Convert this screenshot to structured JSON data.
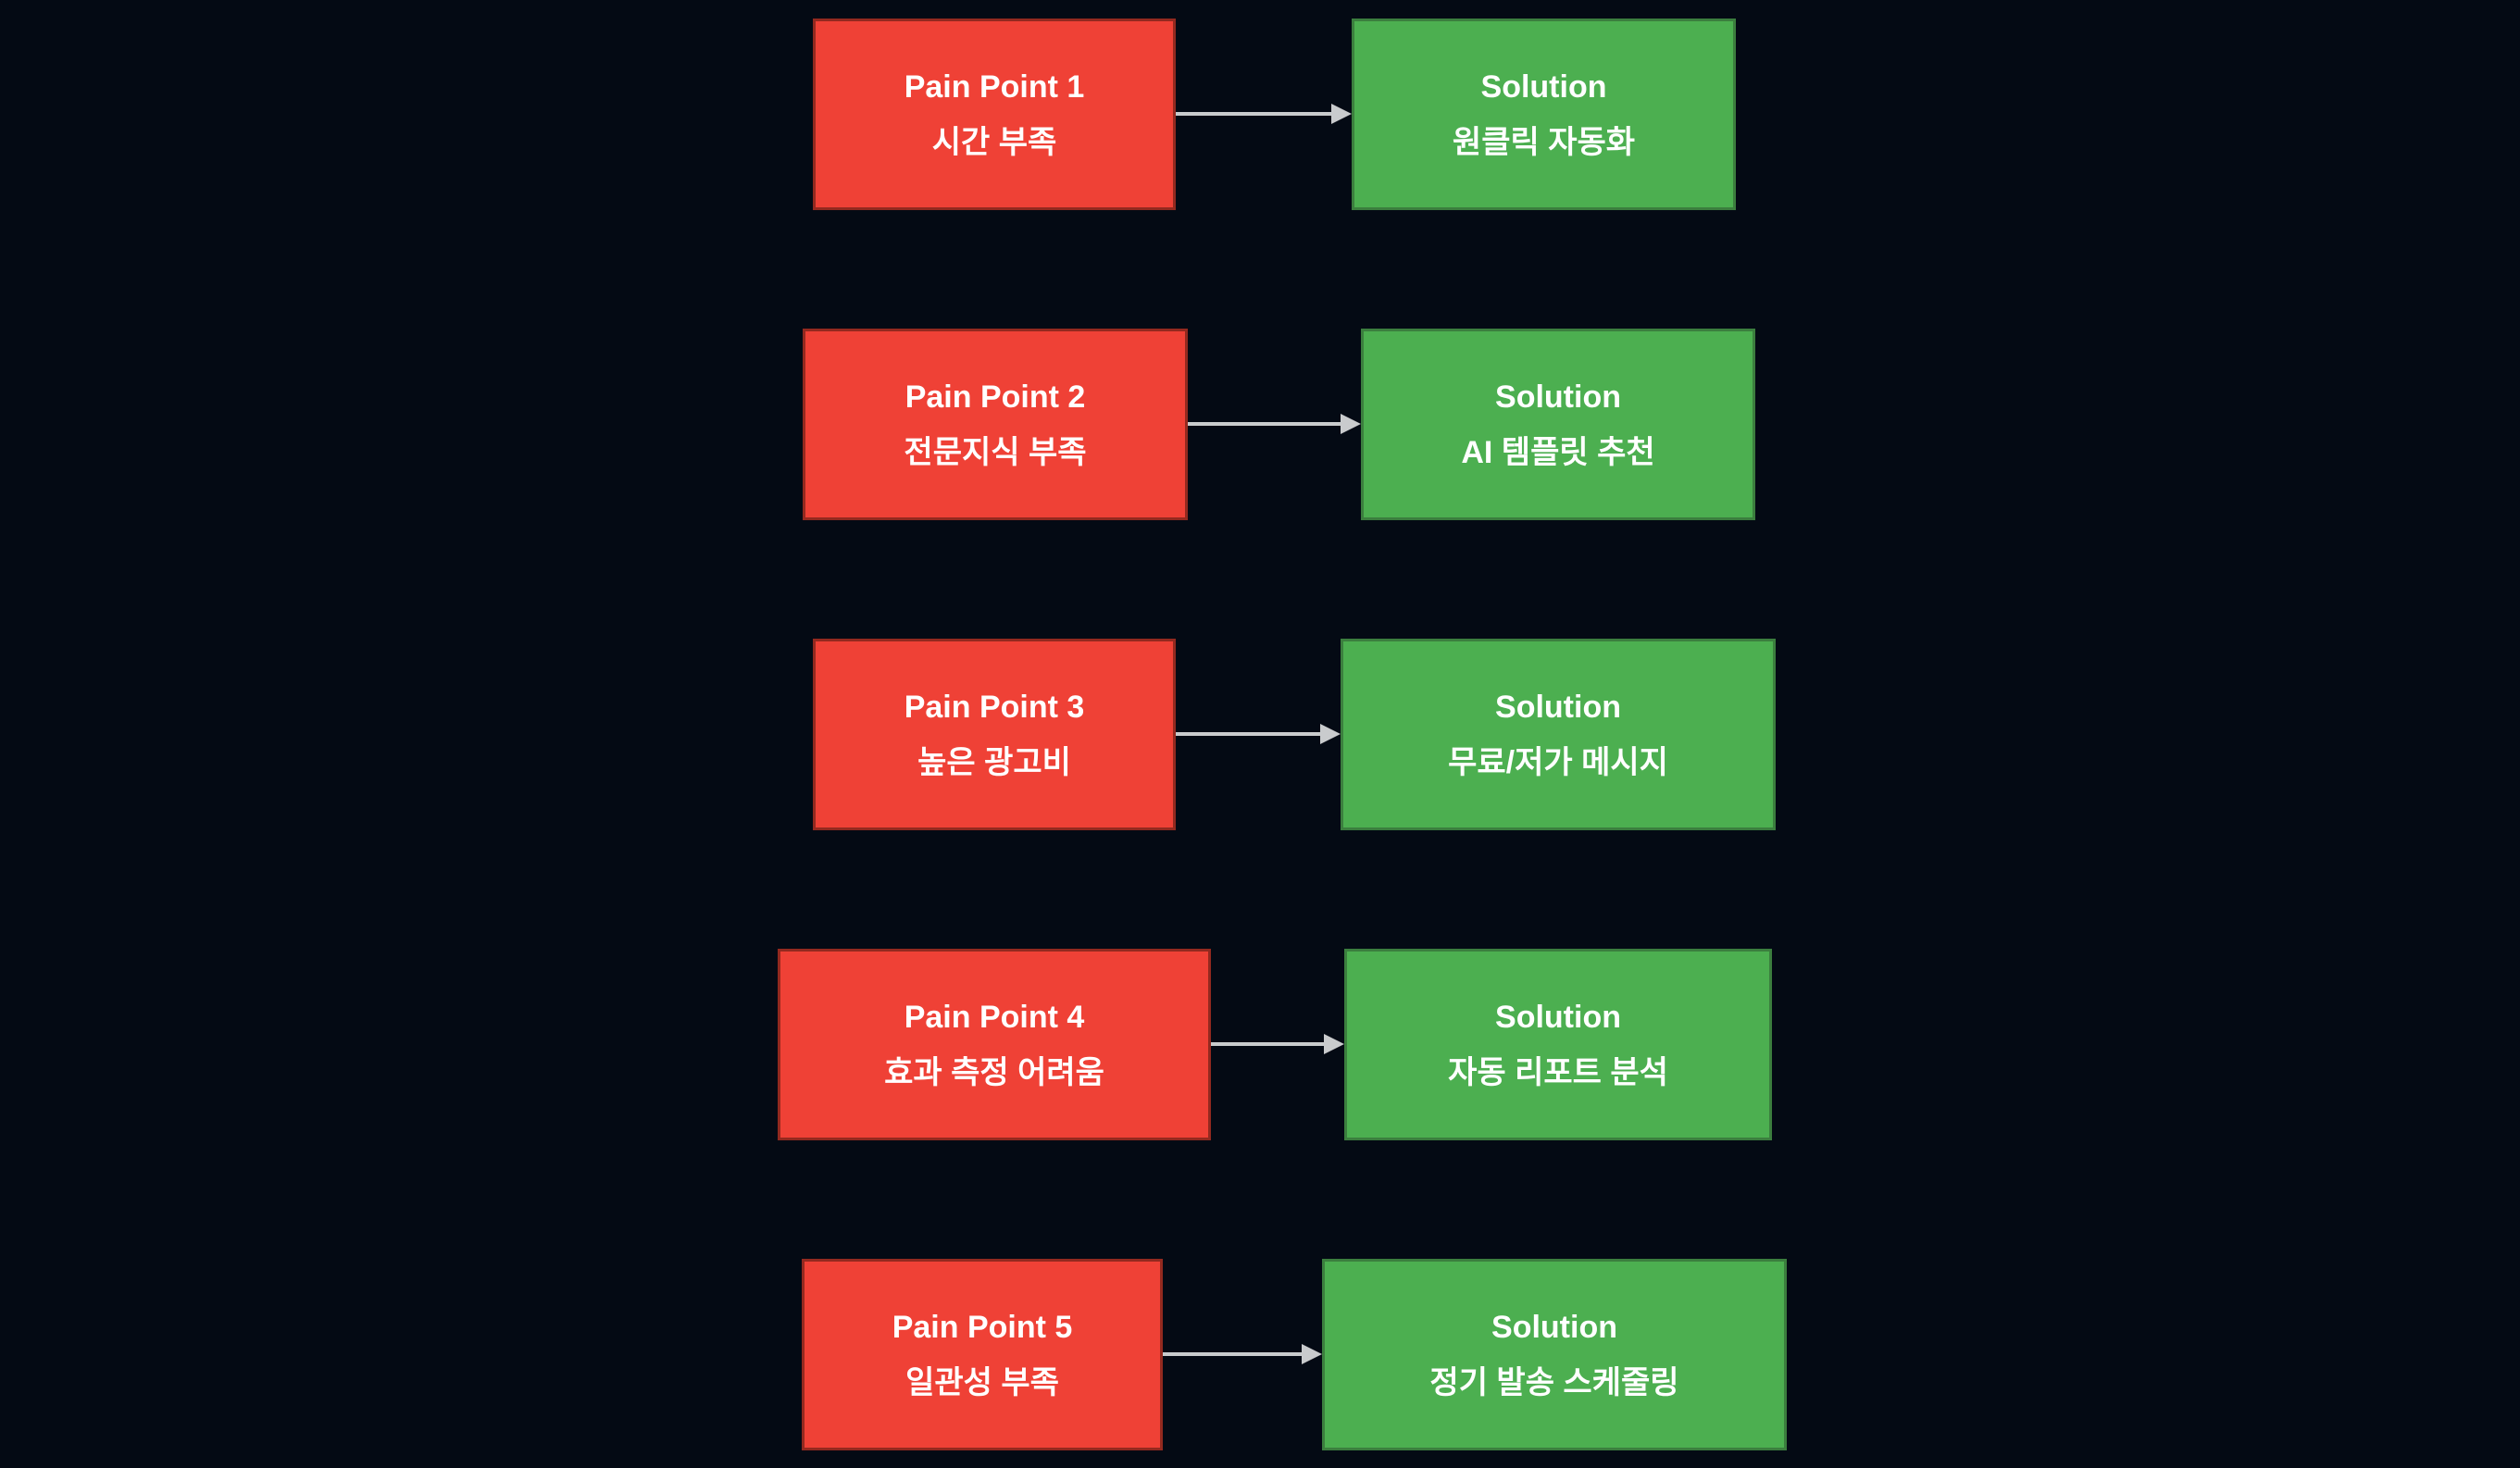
{
  "diagram": {
    "rows": [
      {
        "pain": {
          "title": "Pain Point 1",
          "subtitle": "시간 부족"
        },
        "solution": {
          "title": "Solution",
          "subtitle": "원클릭 자동화"
        }
      },
      {
        "pain": {
          "title": "Pain Point 2",
          "subtitle": "전문지식 부족"
        },
        "solution": {
          "title": "Solution",
          "subtitle": "AI 템플릿 추천"
        }
      },
      {
        "pain": {
          "title": "Pain Point 3",
          "subtitle": "높은 광고비"
        },
        "solution": {
          "title": "Solution",
          "subtitle": "무료/저가 메시지"
        }
      },
      {
        "pain": {
          "title": "Pain Point 4",
          "subtitle": "효과 측정 어려움"
        },
        "solution": {
          "title": "Solution",
          "subtitle": "자동 리포트 분석"
        }
      },
      {
        "pain": {
          "title": "Pain Point 5",
          "subtitle": "일관성 부족"
        },
        "solution": {
          "title": "Solution",
          "subtitle": "정기 발송 스케줄링"
        }
      }
    ]
  },
  "colors": {
    "background": "#040a14",
    "pain_fill": "#ef4136",
    "pain_border": "#93291f",
    "solution_fill": "#4caf50",
    "solution_border": "#3b7e3e",
    "arrow": "#c9cbcd",
    "text": "#ffffff"
  }
}
